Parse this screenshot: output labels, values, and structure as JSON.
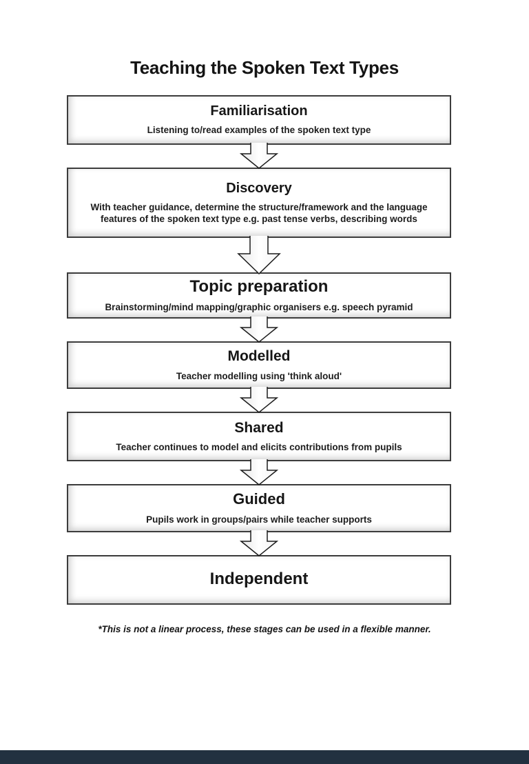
{
  "page": {
    "title": "Teaching the Spoken Text Types",
    "footnote": "*This is not a linear process, these stages can be used in a flexible manner."
  },
  "stages": [
    {
      "title": "Familiarisation",
      "description": "Listening to/read examples of the spoken text type"
    },
    {
      "title": "Discovery",
      "description": "With teacher guidance, determine the structure/framework and the language features of the spoken text type e.g. past tense verbs, describing words"
    },
    {
      "title": "Topic preparation",
      "description": "Brainstorming/mind mapping/graphic organisers e.g. speech pyramid"
    },
    {
      "title": "Modelled",
      "description": "Teacher modelling using 'think aloud'"
    },
    {
      "title": "Shared",
      "description": "Teacher continues to model and elicits contributions from pupils"
    },
    {
      "title": "Guided",
      "description": "Pupils work in groups/pairs while teacher supports"
    },
    {
      "title": "Independent"
    }
  ],
  "icons": {
    "between_stages": "down-block-arrow-icon"
  },
  "colors": {
    "box_border": "#3c3c3c",
    "text": "#1a1a1a",
    "page_background": "#ffffff",
    "viewer_bar": "#223140"
  }
}
